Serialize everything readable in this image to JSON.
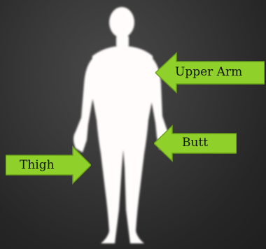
{
  "labels": {
    "upper_arm": "Upper Arm",
    "butt": "Butt",
    "thigh": "Thigh"
  },
  "colors": {
    "background": "#2a2a2a",
    "silhouette": "#fffcfb",
    "arrow_fill": "#8fd12a",
    "arrow_stroke": "#6aa019",
    "label_text": "#111111"
  }
}
